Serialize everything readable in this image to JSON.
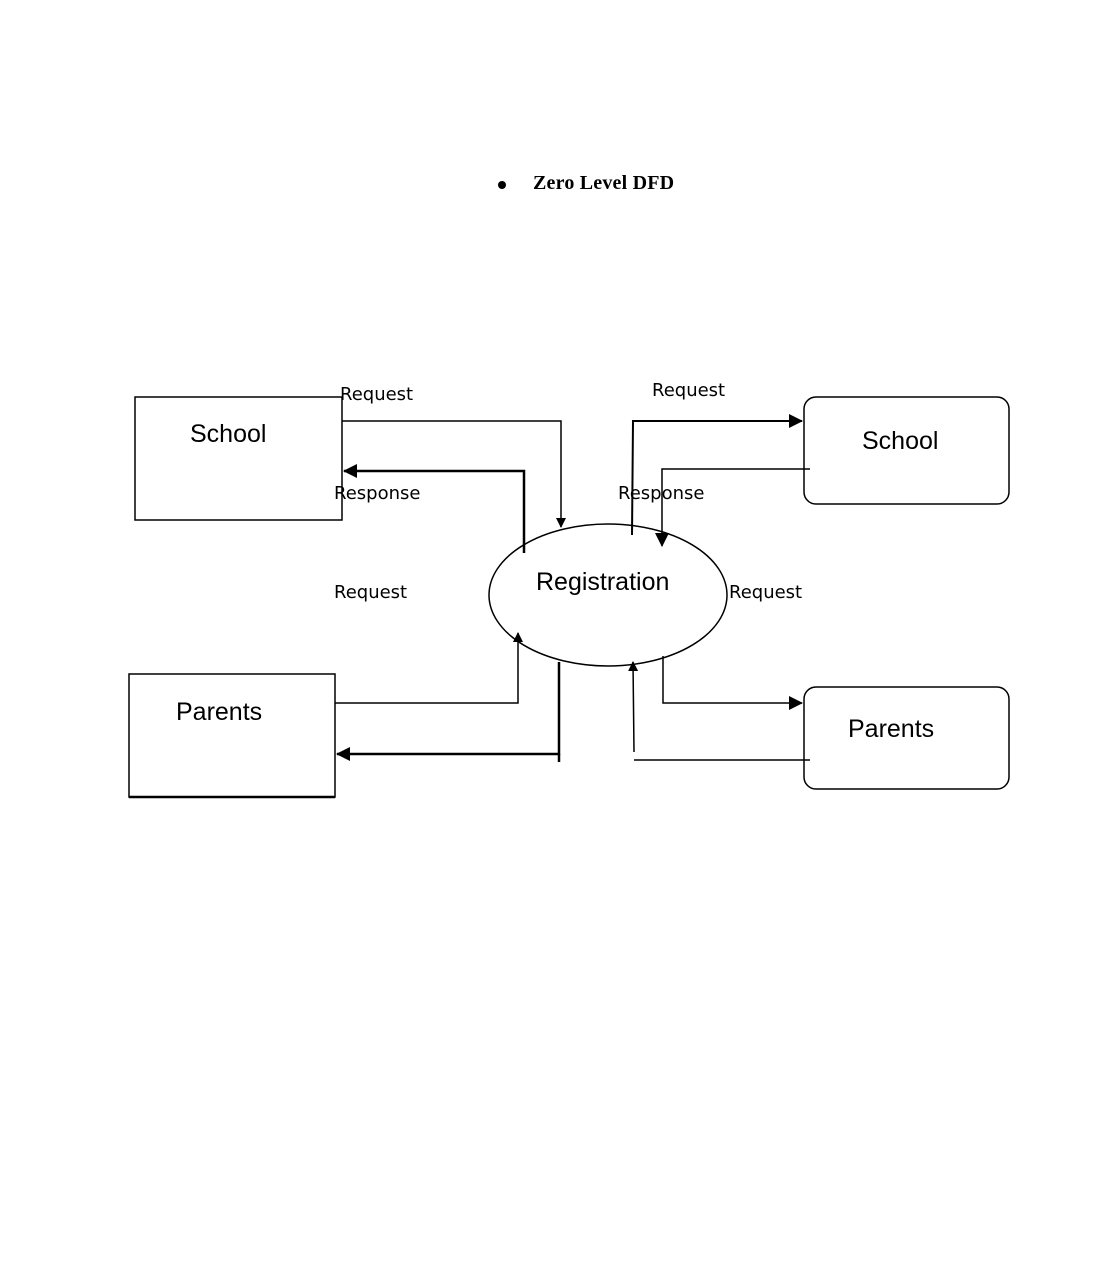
{
  "heading": {
    "bullet": "•",
    "title": "Zero Level  DFD"
  },
  "process": {
    "label": "Registration"
  },
  "entities": {
    "school_left": "School",
    "parents_left": "Parents",
    "school_right": "School",
    "parents_right": "Parents"
  },
  "flows": {
    "school_left_request": "Request",
    "school_left_response": "Response",
    "parents_left_request": "Request",
    "school_right_request": "Request",
    "school_right_response": "Response",
    "parents_right_request": "Request"
  }
}
